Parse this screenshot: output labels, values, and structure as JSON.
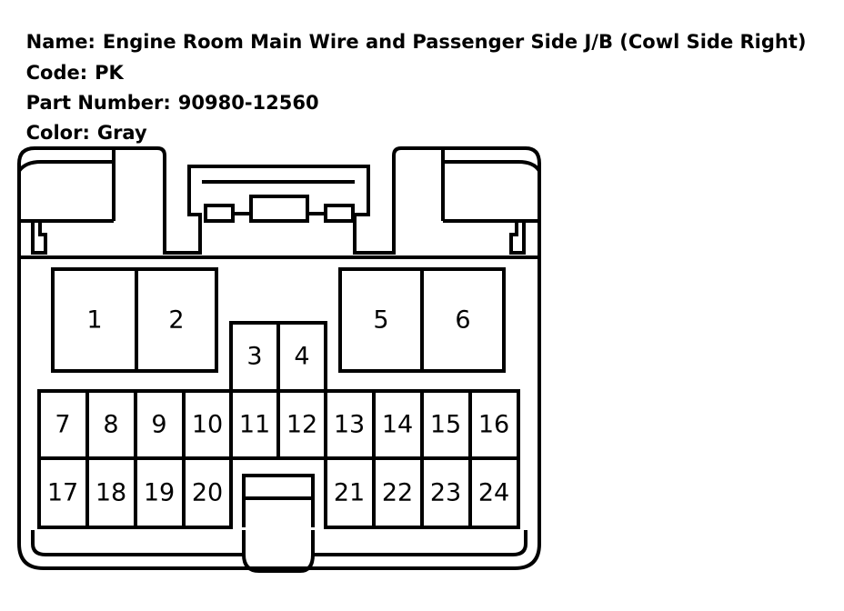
{
  "info": {
    "name_label": "Name:",
    "name_value": "Engine Room Main Wire and Passenger Side J/B (Cowl Side Right)",
    "code_label": "Code:",
    "code_value": "PK",
    "part_label": "Part Number:",
    "part_value": "90980-12560",
    "color_label": "Color:",
    "color_value": "Gray"
  },
  "pins": [
    "1",
    "2",
    "3",
    "4",
    "5",
    "6",
    "7",
    "8",
    "9",
    "10",
    "11",
    "12",
    "13",
    "14",
    "15",
    "16",
    "17",
    "18",
    "19",
    "20",
    "21",
    "22",
    "23",
    "24"
  ]
}
